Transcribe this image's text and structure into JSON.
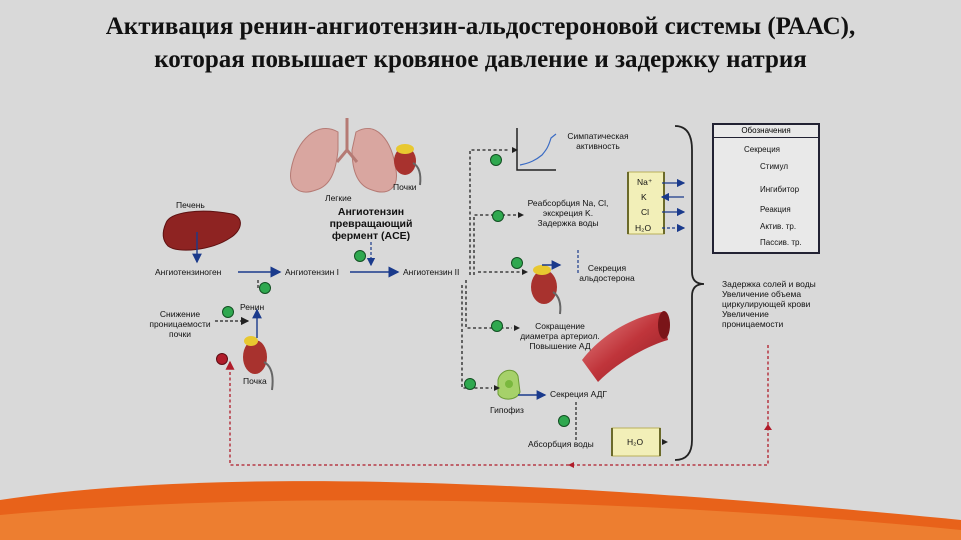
{
  "title": {
    "line1": "Активация ренин-ангиотензин-альдостероновой системы (РААС),",
    "line2": "которая повышает кровяное давление и задержку натрия"
  },
  "organs": {
    "liver": "Печень",
    "lungs": "Легкие",
    "kidney_top": "Почки",
    "kidney_left": "Почка",
    "pituitary": "Гипофиз"
  },
  "pathway": {
    "angiotensinogen": "Ангиотензиноген",
    "angiotensin1": "Ангиотензин I",
    "angiotensin2": "Ангиотензин II",
    "renin": "Ренин",
    "ace_line1": "Ангиотензин",
    "ace_line2": "превращающий",
    "ace_line3": "фермент (ACE)",
    "low_perm_line1": "Снижение",
    "low_perm_line2": "проницаемости",
    "low_perm_line3": "почки"
  },
  "effects": {
    "sympathetic_line1": "Симпатическая",
    "sympathetic_line2": "активность",
    "reabs_line1": "Реабсорбция Na, Cl,",
    "reabs_line2": "экскреция K.",
    "reabs_line3": "Задержка воды",
    "aldo_line1": "Секреция",
    "aldo_line2": "альдостерона",
    "vaso_line1": "Сокращение",
    "vaso_line2": "диаметра артериол.",
    "vaso_line3": "Повышение АД",
    "adh": "Секреция АДГ",
    "water_abs": "Абсорбция воды"
  },
  "ions": [
    "Na⁺",
    "K",
    "Cl",
    "H₂O"
  ],
  "water_box": "H₂O",
  "outcome": {
    "line1": "Задержка солей и воды",
    "line2": "Увеличение объема",
    "line3": "циркулирующей крови",
    "line4": "Увеличение",
    "line5": "проницаемости"
  },
  "legend": {
    "title": "Обозначения",
    "items": [
      "Секреция",
      "Стимул",
      "Ингибитор",
      "Реакция",
      "Актив. тр.",
      "Пассив. тр."
    ]
  },
  "colors": {
    "arrow_blue": "#1a3a8c",
    "stimulus_green": "#2fa84f",
    "inhibitor_red": "#b01c2a",
    "organ_red": "#a8322e",
    "bottom_orange": "#e8621a"
  }
}
